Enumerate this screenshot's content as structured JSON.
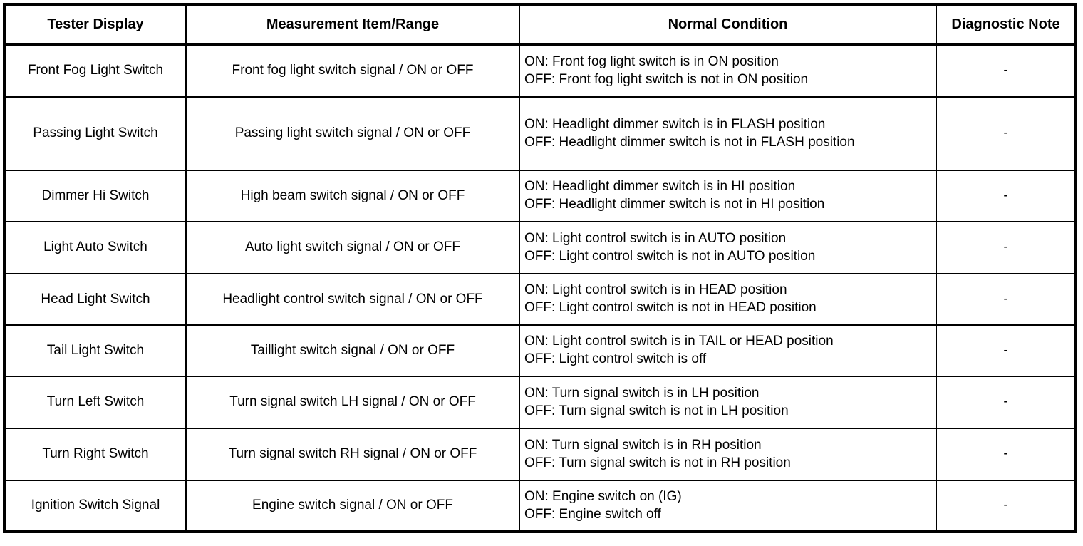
{
  "table": {
    "headers": [
      {
        "label": "Tester Display",
        "name": "tester-display"
      },
      {
        "label": "Measurement Item/Range",
        "name": "measurement-item-range"
      },
      {
        "label": "Normal Condition",
        "name": "normal-condition"
      },
      {
        "label": "Diagnostic Note",
        "name": "diagnostic-note"
      }
    ],
    "rows": [
      {
        "tester_display": "Front Fog Light Switch",
        "measurement": "Front fog light switch signal / ON or OFF",
        "normal_condition": "ON: Front fog light switch is in ON position\nOFF: Front fog light switch is not in ON position",
        "diagnostic_note": "-"
      },
      {
        "tester_display": "Passing Light Switch",
        "measurement": "Passing light switch signal / ON or OFF",
        "normal_condition": "ON: Headlight dimmer switch is in FLASH position\nOFF: Headlight dimmer switch is not in FLASH position",
        "diagnostic_note": "-"
      },
      {
        "tester_display": "Dimmer Hi Switch",
        "measurement": "High beam switch signal / ON or OFF",
        "normal_condition": "ON: Headlight dimmer switch is in HI position\nOFF: Headlight dimmer switch is not in HI position",
        "diagnostic_note": "-"
      },
      {
        "tester_display": "Light Auto Switch",
        "measurement": "Auto light switch signal / ON or OFF",
        "normal_condition": "ON: Light control switch is in AUTO position\nOFF: Light control switch is not in AUTO position",
        "diagnostic_note": "-"
      },
      {
        "tester_display": "Head Light Switch",
        "measurement": "Headlight control switch signal / ON or OFF",
        "normal_condition": "ON: Light control switch is in HEAD position\nOFF: Light control switch is not in HEAD position",
        "diagnostic_note": "-"
      },
      {
        "tester_display": "Tail Light Switch",
        "measurement": "Taillight switch signal / ON or OFF",
        "normal_condition": "ON: Light control switch is in TAIL or HEAD position\nOFF: Light control switch is off",
        "diagnostic_note": "-"
      },
      {
        "tester_display": "Turn Left Switch",
        "measurement": "Turn signal switch LH signal / ON or OFF",
        "normal_condition": "ON: Turn signal switch is in LH position\nOFF: Turn signal switch is not in LH position",
        "diagnostic_note": "-"
      },
      {
        "tester_display": "Turn Right Switch",
        "measurement": "Turn signal switch RH signal / ON or OFF",
        "normal_condition": "ON: Turn signal switch is in RH position\nOFF: Turn signal switch is not in RH position",
        "diagnostic_note": "-"
      },
      {
        "tester_display": "Ignition Switch Signal",
        "measurement": "Engine switch signal / ON or OFF",
        "normal_condition": "ON: Engine switch on (IG)\nOFF: Engine switch off",
        "diagnostic_note": "-"
      }
    ]
  }
}
